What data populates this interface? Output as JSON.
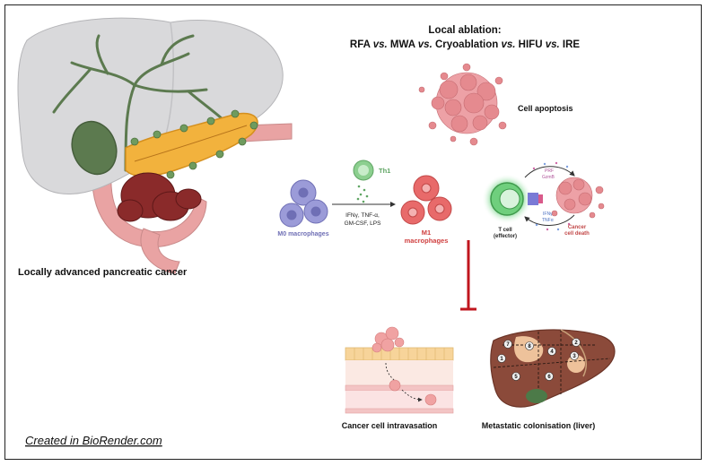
{
  "header": {
    "line1": "Local ablation:",
    "line2_prefix": "RFA ",
    "vs_word": "vs.",
    "line2_seg2": " MWA ",
    "line2_seg3": " Cryoablation ",
    "line2_seg4": " HIFU ",
    "line2_seg5": " IRE"
  },
  "labels": {
    "pancreatic_cancer": "Locally advanced pancreatic cancer",
    "cell_apoptosis": "Cell apoptosis",
    "th1": "Th1",
    "m0": "M0 macrophages",
    "cytokines_line1": "IFNγ, TNF-α,",
    "cytokines_line2": "GM-CSF, LPS",
    "m1_line1": "M1",
    "m1_line2": "macrophages",
    "tcell_line1": "T cell",
    "tcell_line2": "(effector)",
    "cancer_death_line1": "Cancer",
    "cancer_death_line2": "cell death",
    "prf_line1": "PRF",
    "prf_line2": "GzmB",
    "ifn_line1": "IFNγ",
    "ifn_line2": "TNFα",
    "intravasation": "Cancer cell intravasation",
    "metastatic": "Metastatic colonisation (liver)",
    "credit": "Created in BioRender.com"
  },
  "liver_segments": [
    "1",
    "2",
    "3",
    "4",
    "5",
    "6",
    "7",
    "8"
  ],
  "colors": {
    "liver_gray": "#d9d9db",
    "pancreas": "#f2b23d",
    "tumor": "#8a2a2a",
    "gallbladder": "#5c7a4f",
    "m0": "#9b9bd8",
    "m1": "#e86a6a",
    "inhibit": "#c0161e",
    "liver_brown": "#8b4a3a"
  }
}
